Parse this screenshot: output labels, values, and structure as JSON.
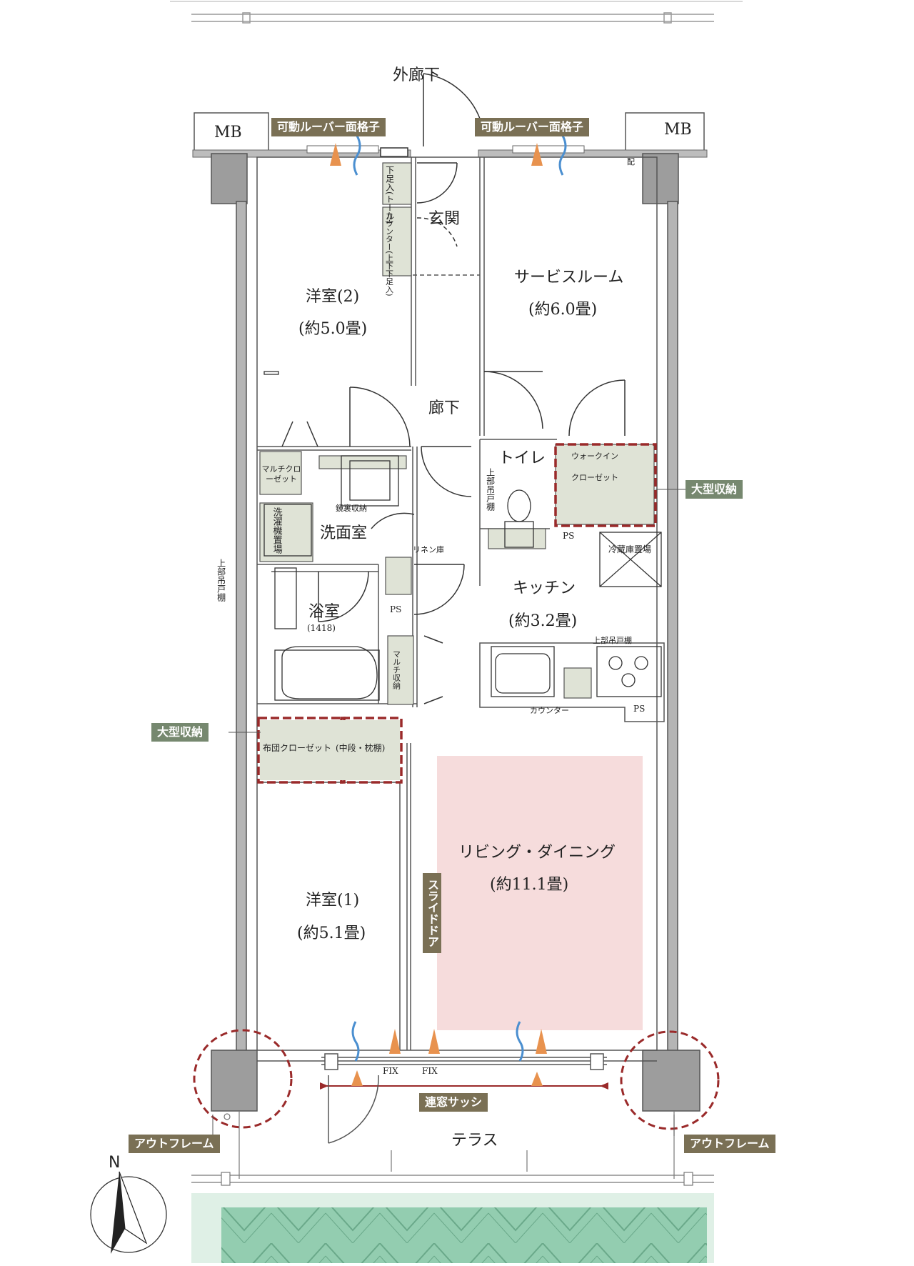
{
  "title": "間取り図",
  "colors": {
    "wall": "#9a9a9a",
    "storage": "#dfe3d6",
    "living_highlight": "#f6dcdc",
    "tag_brown": "#7a7055",
    "tag_green": "#76886f",
    "circle_dash": "#9a2a2a",
    "arrow_orange": "#e8924e",
    "arrow_blue": "#4b8fd0",
    "terrace_pattern": "#8fc8a9"
  },
  "labels": {
    "corridor_outside": "外廊下",
    "mb_left": "MB",
    "mb_right": "MB",
    "louver_left": "可動ルーバー面格子",
    "louver_right": "可動ルーバー面格子",
    "pipe_mark": "配",
    "shoe_upper": "下足入(トール)",
    "shoe_counter": "カウンター(上下下足入)",
    "entrance": "玄関",
    "western2_name": "洋室(2)",
    "western2_size": "(約5.0畳)",
    "service_name": "サービスルーム",
    "service_size": "(約6.0畳)",
    "hallway": "廊下",
    "toilet": "トイレ",
    "toilet_shelf": "上部吊戸棚",
    "walkin_line1": "ウォークイン",
    "walkin_line2": "クローゼット",
    "large_storage_right": "大型収納",
    "ps_toilet": "PS",
    "fridge": "冷蔵庫置場",
    "multi_closet": "マルチクローゼット",
    "mirror_storage": "鏡裏収納",
    "washer_place": "洗濯機置場",
    "upper_shelf_left": "上部吊戸棚",
    "washroom": "洗面室",
    "linen": "リネン庫",
    "bath_name": "浴室",
    "bath_size": "(1418)",
    "ps_bath": "PS",
    "kitchen_name": "キッチン",
    "kitchen_size": "(約3.2畳)",
    "kitchen_shelf": "上部吊戸棚",
    "multi_storage": "マルチ収納",
    "counter": "カウンター",
    "ps_kitchen": "PS",
    "large_storage_left": "大型収納",
    "futon_closet": "布団クローゼット",
    "futon_mid": "(中段・枕棚)",
    "living_name": "リビング・ダイニング",
    "living_size": "(約11.1畳)",
    "western1_name": "洋室(1)",
    "western1_size": "(約5.1畳)",
    "slide_door": "スライドドア",
    "fix_left": "FIX",
    "fix_right": "FIX",
    "sash": "連窓サッシ",
    "outframe_left": "アウトフレーム",
    "outframe_right": "アウトフレーム",
    "terrace": "テラス",
    "north": "N"
  }
}
